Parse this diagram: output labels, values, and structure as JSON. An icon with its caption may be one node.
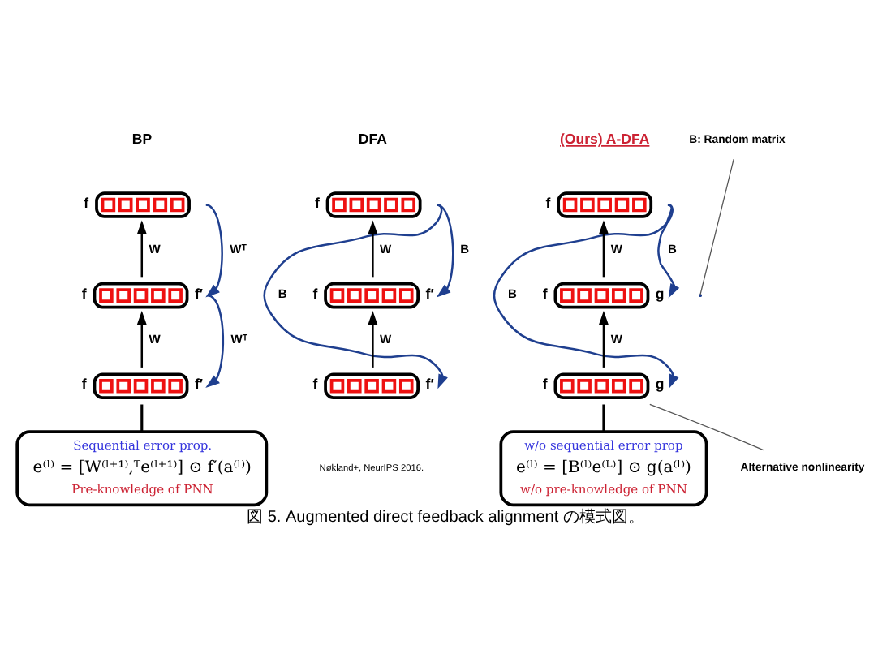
{
  "diagram": {
    "caption": "図 5. Augmented direct feedback alignment の模式図。",
    "nodes": [
      {
        "text": [
          "f"
        ]
      },
      {
        "text": [
          "f"
        ],
        "beside": [
          "f′"
        ]
      },
      {
        "text": [
          "f"
        ],
        "beside": [
          "f′"
        ]
      },
      {
        "text": [
          "f"
        ]
      },
      {
        "text": [
          "f"
        ],
        "beside": [
          "f′"
        ]
      },
      {
        "text": [
          "f"
        ],
        "beside": [
          "f′"
        ]
      },
      {
        "text": [
          "f"
        ]
      },
      {
        "text": [
          "f"
        ],
        "beside": [
          "g"
        ]
      },
      {
        "text": [
          "f"
        ],
        "beside": [
          "g"
        ]
      },
      {
        "text": [
          "Sequential error prop.",
          "e⁽ˡ⁾ = [W⁽ˡ⁺¹⁾,ᵀe⁽ˡ⁺¹⁾] ⊙ f′(a⁽ˡ⁾)",
          "Pre-knowledge of PNN"
        ]
      },
      {
        "text": [
          "w/o sequential error prop",
          "e⁽ˡ⁾ = [B⁽ˡ⁾e⁽ᴸ⁾] ⊙ g(a⁽ˡ⁾)",
          "w/o pre-knowledge of PNN"
        ]
      },
      {
        "text": [
          "B: Random matrix"
        ]
      },
      {
        "text": [
          "Alternative nonlinearity"
        ]
      }
    ],
    "edges": [
      {
        "from": 2,
        "to": 1,
        "arrow": "to",
        "label": "W"
      },
      {
        "from": 1,
        "to": 0,
        "arrow": "to",
        "label": "W"
      },
      {
        "from": 0,
        "to": 1,
        "arrow": "to",
        "label": "Wᵀ",
        "color": "#1f3f8f"
      },
      {
        "from": 1,
        "to": 2,
        "arrow": "to",
        "label": "Wᵀ",
        "color": "#1f3f8f"
      },
      {
        "from": 5,
        "to": 4,
        "arrow": "to",
        "label": "W"
      },
      {
        "from": 4,
        "to": 3,
        "arrow": "to",
        "label": "W"
      },
      {
        "from": 3,
        "to": 4,
        "arrow": "to",
        "label": "B",
        "color": "#1f3f8f"
      },
      {
        "from": 3,
        "to": 5,
        "arrow": "to",
        "label": "B",
        "color": "#1f3f8f"
      },
      {
        "from": 8,
        "to": 7,
        "arrow": "to",
        "label": "W"
      },
      {
        "from": 7,
        "to": 6,
        "arrow": "to",
        "label": "W"
      },
      {
        "from": 6,
        "to": 7,
        "arrow": "to",
        "label": "B",
        "color": "#1f3f8f"
      },
      {
        "from": 6,
        "to": 8,
        "arrow": "to",
        "label": "B",
        "color": "#1f3f8f"
      },
      {
        "from": 9,
        "to": 2,
        "arrow": "none"
      },
      {
        "from": 10,
        "to": 8,
        "arrow": "none"
      },
      {
        "from": 11,
        "to": null,
        "arrow": "none"
      },
      {
        "from": 12,
        "to": 8,
        "arrow": "none"
      }
    ],
    "labels": [
      "BP",
      "DFA",
      "(Ours) A-DFA",
      "Nøkland+, NeurIPS 2016."
    ]
  }
}
